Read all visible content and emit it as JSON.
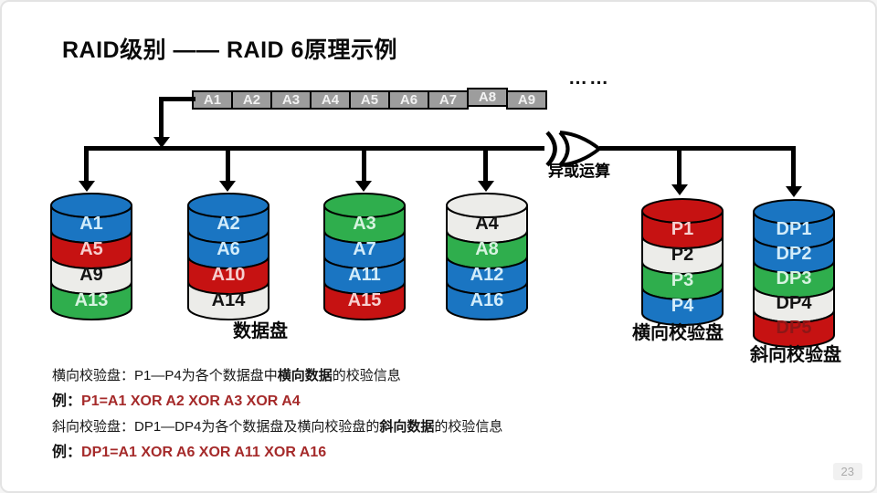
{
  "title": "RAID级别 —— RAID 6原理示例",
  "stripe": {
    "cells": [
      "A1",
      "A2",
      "A3",
      "A4",
      "A5",
      "A6",
      "A7",
      "A8",
      "A9"
    ],
    "ellipsis": "……"
  },
  "xor_label": "异或运算",
  "colors": {
    "blue": "#1A75C2",
    "red": "#C61212",
    "green": "#2FAE4D",
    "white_band": "#ECECE9",
    "stripe_gray": "#9D9D9D",
    "formula_red": "#A52A2A",
    "line_black": "#000000"
  },
  "disks": [
    {
      "layers": [
        {
          "label": "A1",
          "color": "#1A75C2",
          "text": "#D2ECFA"
        },
        {
          "label": "A5",
          "color": "#C61212",
          "text": "#F6CFCF"
        },
        {
          "label": "A9",
          "color": "#ECECE9",
          "text": "#141414"
        },
        {
          "label": "A13",
          "color": "#2FAE4D",
          "text": "#D6F3DF"
        }
      ]
    },
    {
      "layers": [
        {
          "label": "A2",
          "color": "#1A75C2",
          "text": "#D2ECFA"
        },
        {
          "label": "A6",
          "color": "#1A75C2",
          "text": "#D2ECFA"
        },
        {
          "label": "A10",
          "color": "#C61212",
          "text": "#F6CFCF"
        },
        {
          "label": "A14",
          "color": "#ECECE9",
          "text": "#141414"
        }
      ]
    },
    {
      "layers": [
        {
          "label": "A3",
          "color": "#2FAE4D",
          "text": "#D6F3DF"
        },
        {
          "label": "A7",
          "color": "#1A75C2",
          "text": "#D2ECFA"
        },
        {
          "label": "A11",
          "color": "#1A75C2",
          "text": "#D2ECFA"
        },
        {
          "label": "A15",
          "color": "#C61212",
          "text": "#F6CFCF"
        }
      ]
    },
    {
      "layers": [
        {
          "label": "A4",
          "color": "#ECECE9",
          "text": "#141414"
        },
        {
          "label": "A8",
          "color": "#2FAE4D",
          "text": "#D6F3DF"
        },
        {
          "label": "A12",
          "color": "#1A75C2",
          "text": "#D2ECFA"
        },
        {
          "label": "A16",
          "color": "#1A75C2",
          "text": "#D2ECFA"
        }
      ]
    },
    {
      "layers": [
        {
          "label": "P1",
          "color": "#C61212",
          "text": "#F6CFCF"
        },
        {
          "label": "P2",
          "color": "#ECECE9",
          "text": "#141414"
        },
        {
          "label": "P3",
          "color": "#2FAE4D",
          "text": "#D6F3DF"
        },
        {
          "label": "P4",
          "color": "#1A75C2",
          "text": "#D2ECFA"
        }
      ]
    },
    {
      "layers": [
        {
          "label": "DP1",
          "color": "#1A75C2",
          "text": "#D2ECFA"
        },
        {
          "label": "DP2",
          "color": "#1A75C2",
          "text": "#D2ECFA"
        },
        {
          "label": "DP3",
          "color": "#2FAE4D",
          "text": "#D6F3DF"
        },
        {
          "label": "DP4",
          "color": "#ECECE9",
          "text": "#141414"
        },
        {
          "label": "DP5",
          "color": "#C61212",
          "text": "#8D1717"
        }
      ]
    }
  ],
  "group_labels": {
    "data_disks": "数据盘",
    "row_parity": "横向校验盘",
    "diagonal_parity": "斜向校验盘"
  },
  "notes": {
    "line1": {
      "prefix": "横向校验盘：P1—P4为各个数据盘中",
      "bold": "横向数据",
      "suffix": "的校验信息"
    },
    "line2": {
      "label": "例：",
      "formula": "P1=A1 XOR A2 XOR A3 XOR A4"
    },
    "line3": {
      "prefix": "斜向校验盘：DP1—DP4为各个数据盘及横向校验盘的",
      "bold": "斜向数据",
      "suffix": "的校验信息"
    },
    "line4": {
      "label": "例：",
      "formula": "DP1=A1 XOR A6 XOR A11 XOR A16"
    }
  },
  "page_number": "23"
}
